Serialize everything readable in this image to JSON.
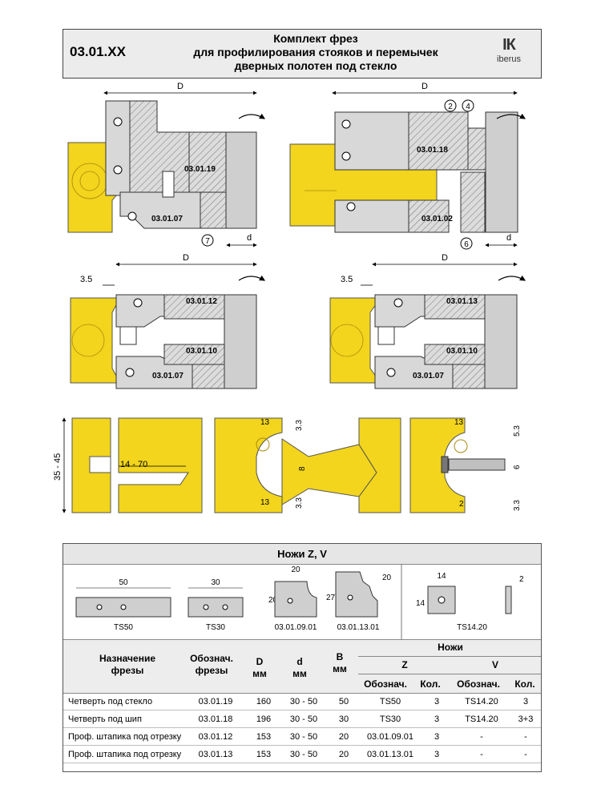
{
  "header": {
    "code": "03.01.XX",
    "title_lines": [
      "Комплект фрез",
      "для профилирования стояков и перемычек",
      "дверных полотен под стекло"
    ],
    "brand_mark": "ІК",
    "brand_name": "iberus"
  },
  "drawings": {
    "dim_D": "D",
    "dim_d": "d",
    "dim_3_5": "3.5",
    "cutters": {
      "c1": "03.01.19",
      "c2": "03.01.07",
      "c3": "03.01.18",
      "c4": "03.01.02",
      "c5": "03.01.12",
      "c6": "03.01.10",
      "c7": "03.01.07",
      "c8": "03.01.13",
      "c9": "03.01.10",
      "c10": "03.01.07"
    },
    "callouts": {
      "n7": "7",
      "n2": "2",
      "n4": "4",
      "n6": "6"
    },
    "profile_dims": {
      "d35_45": "35 - 45",
      "d14_70": "14 - 70",
      "d13a": "13",
      "d13b": "13",
      "d13c": "13",
      "d3_3a": "3.3",
      "d3_3b": "3.3",
      "d3_3c": "3.3",
      "d8": "8",
      "d5_3": "5.3",
      "d6": "6",
      "d2": "2"
    }
  },
  "knives": {
    "title": "Ножи Z, V",
    "ts50": {
      "label": "TS50",
      "w": "50"
    },
    "ts30": {
      "label": "TS30",
      "w": "30"
    },
    "k0901": {
      "label": "03.01.09.01",
      "w": "20",
      "h": "20"
    },
    "k1301": {
      "label": "03.01.13.01",
      "w": "20",
      "h": "27"
    },
    "ts1420": {
      "label": "TS14.20",
      "w": "14",
      "h": "14",
      "t": "2"
    }
  },
  "table": {
    "h_name": [
      "Назначение",
      "фрезы"
    ],
    "h_code": [
      "Обознач.",
      "фрезы"
    ],
    "h_D": [
      "D",
      "мм"
    ],
    "h_d": [
      "d",
      "мм"
    ],
    "h_B": [
      "B",
      "мм"
    ],
    "h_knives": "Ножи",
    "h_Z": "Z",
    "h_V": "V",
    "h_sub": [
      "Обознач.",
      "Кол.",
      "Обознач.",
      "Кол."
    ],
    "rows": [
      [
        "Четверть под стекло",
        "03.01.19",
        "160",
        "30 - 50",
        "50",
        "TS50",
        "3",
        "TS14.20",
        "3"
      ],
      [
        "Четверть под шип",
        "03.01.18",
        "196",
        "30 - 50",
        "30",
        "TS30",
        "3",
        "TS14.20",
        "3+3"
      ],
      [
        "Проф. штапика под отрезку",
        "03.01.12",
        "153",
        "30 - 50",
        "20",
        "03.01.09.01",
        "3",
        "-",
        "-"
      ],
      [
        "Проф. штапика под отрезку",
        "03.01.13",
        "153",
        "30 - 50",
        "20",
        "03.01.13.01",
        "3",
        "-",
        "-"
      ]
    ]
  },
  "colors": {
    "wood": "#f2d51c",
    "steel": "#c9c9c9",
    "hatch": "#777777",
    "frame": "#444444"
  }
}
